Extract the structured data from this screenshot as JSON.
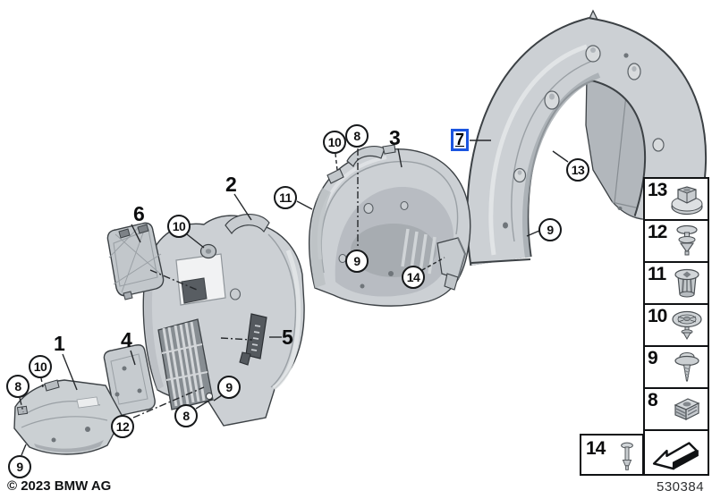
{
  "page": {
    "copyright": "© 2023 BMW AG",
    "drawing_number": "530384"
  },
  "highlight": {
    "selected_part": "7",
    "color": "#1b55e0"
  },
  "part_labels": [
    {
      "text": "1"
    },
    {
      "text": "2"
    },
    {
      "text": "3"
    },
    {
      "text": "4"
    },
    {
      "text": "5"
    },
    {
      "text": "6"
    }
  ],
  "callouts": [
    {
      "text": "10"
    },
    {
      "text": "8"
    },
    {
      "text": "11"
    },
    {
      "text": "10"
    },
    {
      "text": "9"
    },
    {
      "text": "14"
    },
    {
      "text": "13"
    },
    {
      "text": "9"
    },
    {
      "text": "10"
    },
    {
      "text": "8"
    },
    {
      "text": "9"
    },
    {
      "text": "12"
    },
    {
      "text": "8"
    },
    {
      "text": "9"
    }
  ],
  "legend": {
    "rows": [
      {
        "number": "13",
        "icon": "plastic-nut-icon"
      },
      {
        "number": "12",
        "icon": "expanding-rivet-icon"
      },
      {
        "number": "11",
        "icon": "expanding-nut-icon"
      },
      {
        "number": "10",
        "icon": "retaining-clip-icon"
      },
      {
        "number": "9",
        "icon": "self-tapping-screw-icon"
      },
      {
        "number": "8",
        "icon": "cage-nut-icon"
      }
    ],
    "rivet_row": {
      "number": "14",
      "icon": "blind-rivet-icon"
    }
  }
}
